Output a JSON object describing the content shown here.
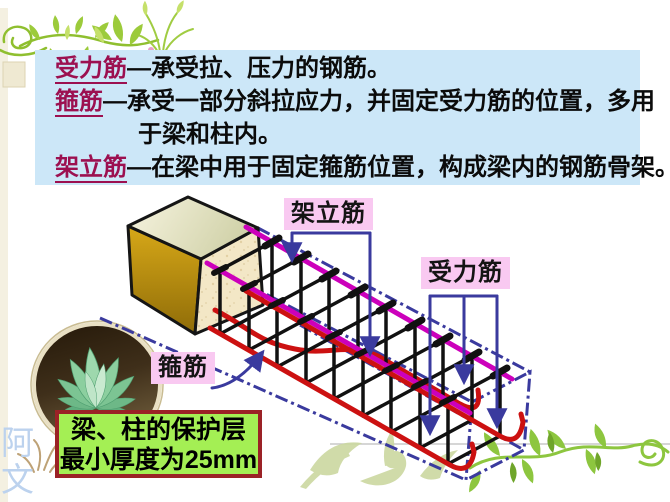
{
  "slide": {
    "background": "#ffffff"
  },
  "definitions": {
    "bg_color": "#cce7f8",
    "term_color": "#9c1050",
    "lines": [
      {
        "term": "受力筋",
        "rest": "—承受拉、压力的钢筋。",
        "cont": ""
      },
      {
        "term": "箍筋",
        "rest": "—承受一部分斜拉应力，并固定受力筋的位置，多用",
        "cont": "于梁和柱内。"
      },
      {
        "term": "架立筋",
        "rest": "—在梁中用于固定箍筋位置，构成梁内的钢筋骨架。",
        "cont": ""
      }
    ]
  },
  "diagram": {
    "labels": [
      {
        "id": "jialijin",
        "text": "架立筋"
      },
      {
        "id": "shoulijin",
        "text": "受力筋"
      },
      {
        "id": "gujin",
        "text": "箍筋"
      }
    ],
    "label_bg": "#f9c9f1",
    "colors": {
      "outline_blue": "#3a3a9e",
      "top_bar_magenta": "#cc00bb",
      "main_bar_red": "#cc1111",
      "stirrup_black": "#111111",
      "concrete_gold": "#c89010"
    }
  },
  "note": {
    "line1": "梁、柱的保护层",
    "line2": "最小厚度为25mm",
    "bg_color": "#a4ef54",
    "border_color": "#9b2226"
  },
  "watermark": {
    "char1": "阿",
    "char2": "文"
  }
}
